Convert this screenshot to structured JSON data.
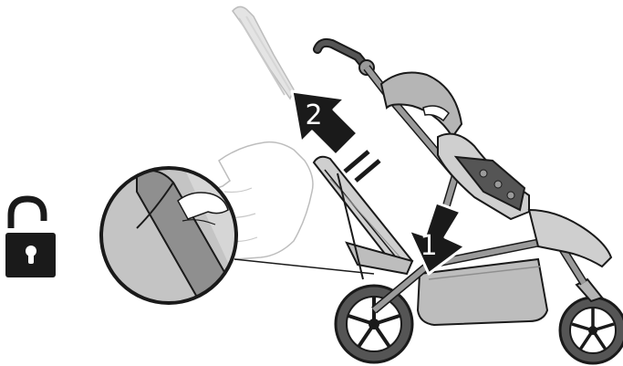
{
  "figure": {
    "background": "#ffffff",
    "ink": "#1a1a1a",
    "frame_gray": "#9a9a9a",
    "fabric_gray": "#b5b5b5",
    "light_gray": "#cfcfcf",
    "ghost_gray": "#e6e6e6"
  },
  "icons": {
    "lock": "unlocked-padlock-icon"
  },
  "steps": [
    {
      "label": "1"
    },
    {
      "label": "2"
    }
  ],
  "annotations": {
    "parallel_marks": "two-line-parallel-indicator"
  }
}
